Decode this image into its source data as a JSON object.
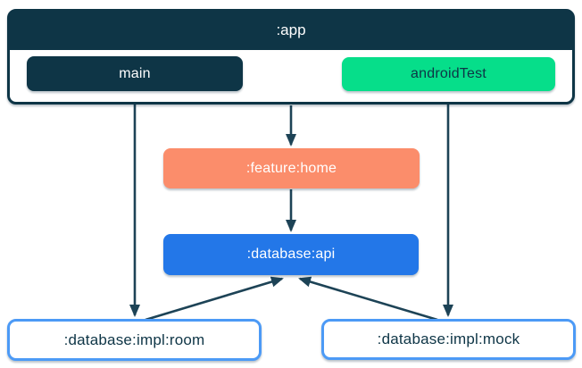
{
  "diagram_title": "module dependency diagram",
  "colors": {
    "navy": "#0e3546",
    "edge": "#1d4356",
    "green": "#06de8a",
    "coral": "#fb8d6b",
    "blue": "#2377e8",
    "border-blue": "#4c9af6",
    "white": "#ffffff"
  },
  "nodes": {
    "app": ":app",
    "main": "main",
    "androidTest": "androidTest",
    "featureHome": ":feature:home",
    "databaseApi": ":database:api",
    "databaseImplRoom": ":database:impl:room",
    "databaseImplMock": ":database:impl:mock"
  },
  "edges": [
    {
      "from": ":app",
      "to": ":feature:home"
    },
    {
      "from": ":feature:home",
      "to": ":database:api"
    },
    {
      "from": "main",
      "to": ":database:impl:room"
    },
    {
      "from": "androidTest",
      "to": ":database:impl:mock"
    },
    {
      "from": ":database:impl:room",
      "to": ":database:api"
    },
    {
      "from": ":database:impl:mock",
      "to": ":database:api"
    }
  ]
}
